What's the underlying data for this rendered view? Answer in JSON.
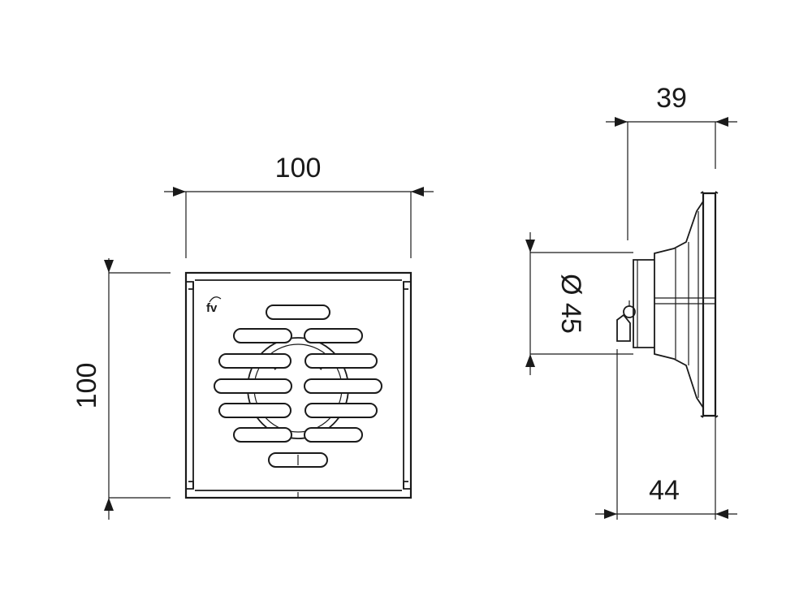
{
  "front_view": {
    "width_label": "100",
    "height_label": "100",
    "logo_text": "fv"
  },
  "side_view": {
    "top_depth_label": "39",
    "bottom_depth_label": "44",
    "diameter_label": "Ø 45"
  }
}
